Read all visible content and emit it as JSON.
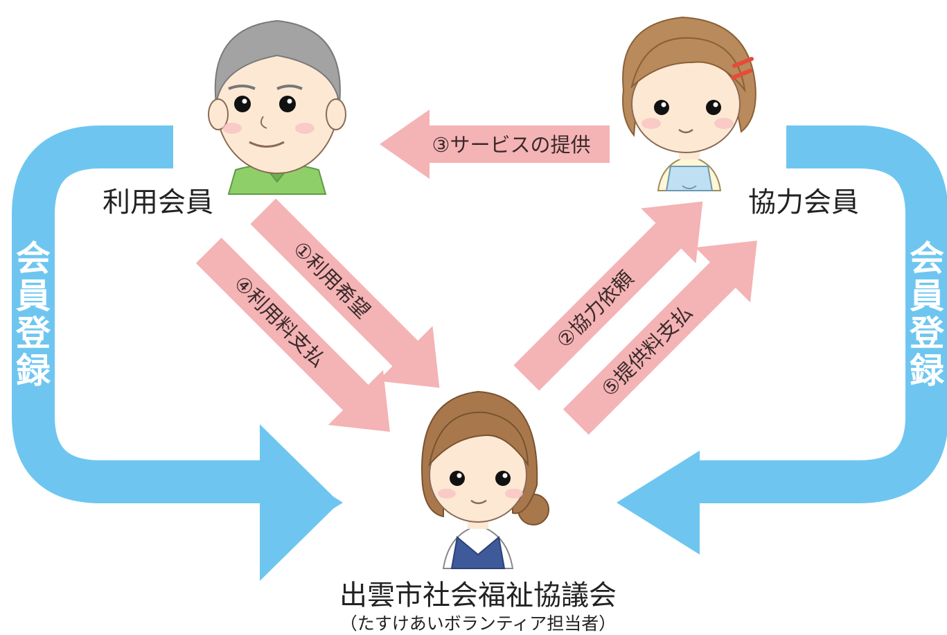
{
  "nodes": {
    "user_member": "利用会員",
    "helper_member": "協力会員",
    "council": "出雲市社会福祉協議会",
    "council_sub": "（たすけあいボランティア担当者）"
  },
  "steps": {
    "s1": "①利用希望",
    "s2": "②協力依頼",
    "s3": "③サービスの提供",
    "s4": "④利用料支払",
    "s5": "⑤提供料支払"
  },
  "registration": {
    "left_label": "会員登録",
    "right_label": "会員登録"
  },
  "colors": {
    "blue_arrow": "#6ec6f0",
    "pink_arrow": "#f4b3b5",
    "skin": "#fde8d4",
    "grey_hair": "#a3a3a3",
    "brown_hair": "#b88a5c",
    "green_shirt": "#8fcf6a",
    "navy_vest": "#3e5a9a"
  }
}
